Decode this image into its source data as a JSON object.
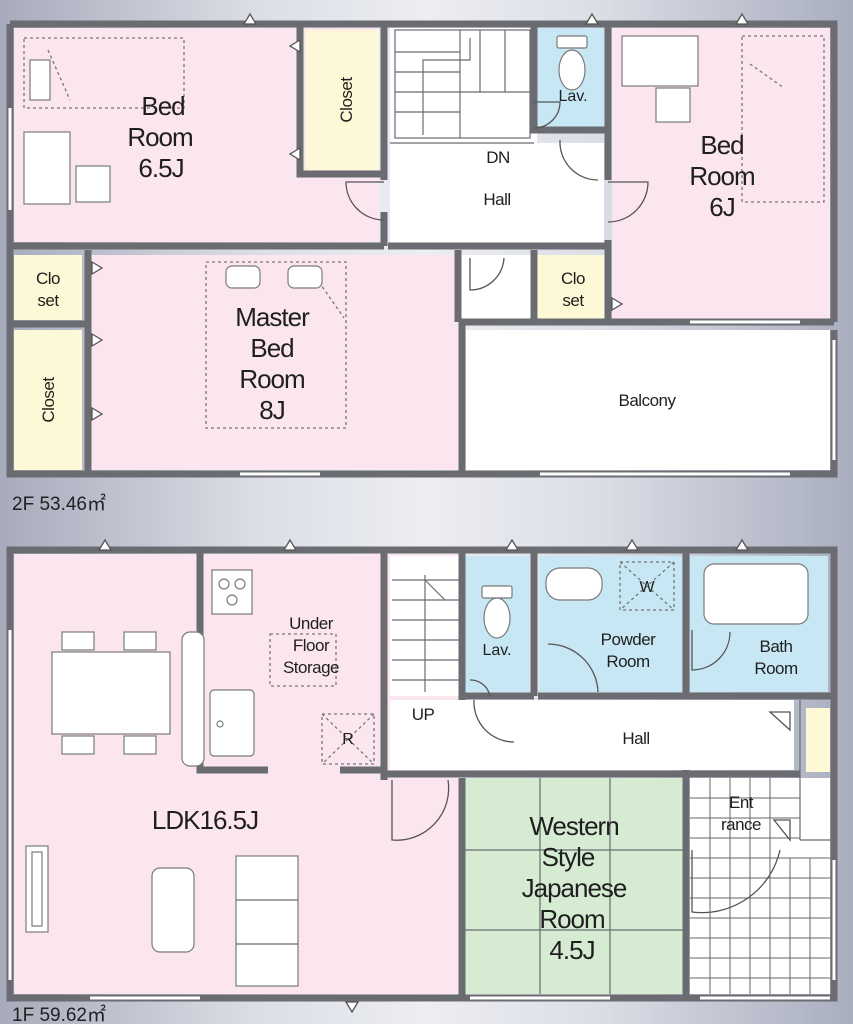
{
  "colors": {
    "bedroom": "#fbe6ef",
    "hall": "#ffffff",
    "closet": "#fdf8d5",
    "wet_area": "#c8e7f5",
    "japanese_room": "#d5ecd3",
    "entrance_tile": "#ffffff",
    "wall": "#6a6c72"
  },
  "floor2": {
    "area_label": "2F 53.46㎡",
    "rooms": {
      "bedroom_65": [
        "Bed",
        "Room",
        "6.5J"
      ],
      "closet_top": "Closet",
      "stair_dn": "DN",
      "hall": "Hall",
      "lav": "Lav.",
      "bedroom_6": [
        "Bed",
        "Room",
        "6J"
      ],
      "closet_left_small": [
        "Clo",
        "set"
      ],
      "closet_left_tall": "Closet",
      "master_bedroom": [
        "Master",
        "Bed",
        "Room",
        "8J"
      ],
      "closet_mid": [
        "Clo",
        "set"
      ],
      "balcony": "Balcony"
    }
  },
  "floor1": {
    "area_label": "1F 59.62㎡",
    "rooms": {
      "ldk": "LDK16.5J",
      "under_floor_storage": [
        "Under",
        "Floor",
        "Storage"
      ],
      "refrigerator_mark": "R",
      "stair_up": "UP",
      "lav": "Lav.",
      "washer_mark": "W",
      "powder_room": [
        "Powder",
        "Room"
      ],
      "bath_room": [
        "Bath",
        "Room"
      ],
      "hall": "Hall",
      "entrance": [
        "Ent",
        "rance"
      ],
      "japanese_room": [
        "Western",
        "Style",
        "Japanese",
        "Room",
        "4.5J"
      ]
    }
  }
}
